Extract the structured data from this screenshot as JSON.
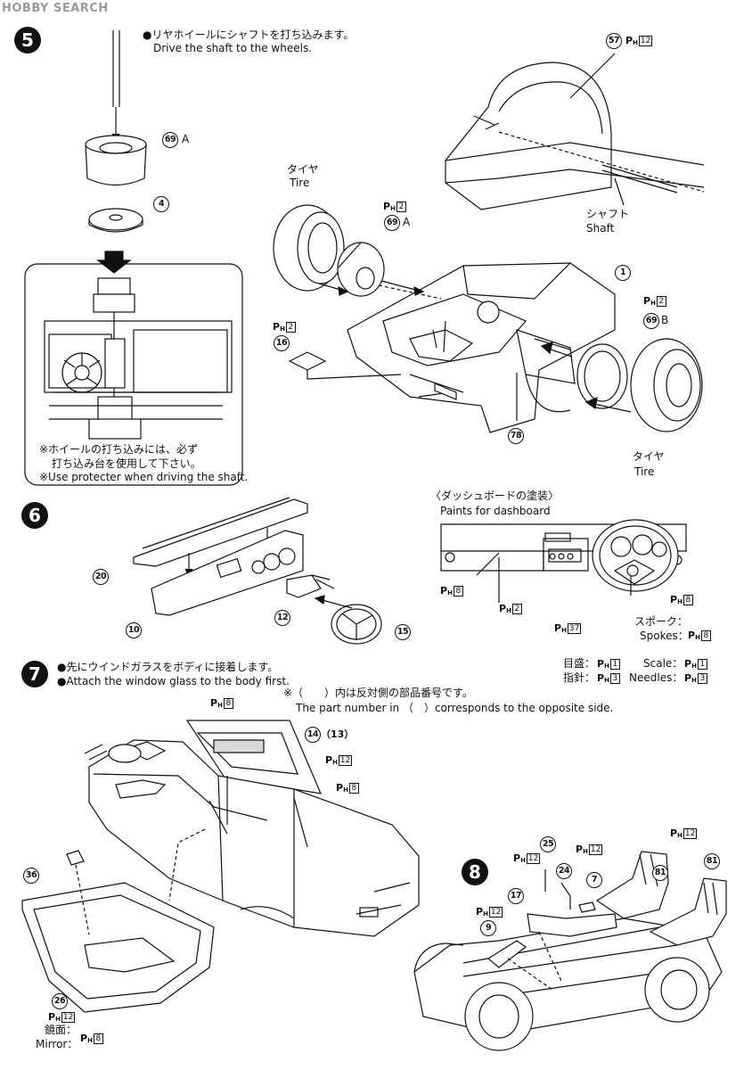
{
  "watermark": "HOBBY SEARCH",
  "steps": {
    "s5": {
      "number": "5",
      "line_jp": "●リヤホイールにシャフトを打ち込みます。",
      "line_en": "Drive the shaft to the wheels.",
      "note_jp1": "※ホイールの打ち込みには、必ず",
      "note_jp2": "打ち込み台を使用して下さい。",
      "note_en": "※Use protecter when driving the shaft.",
      "tire_jp_left": "タイヤ",
      "tire_en_left": "Tire",
      "shaft_jp": "シャフト",
      "shaft_en": "Shaft",
      "tire_jp_right": "タイヤ",
      "tire_en_right": "Tire"
    },
    "s6": {
      "number": "6",
      "dash_title_jp": "〈ダッシュボードの塗装〉",
      "dash_title_en": "Paints for dashboard",
      "spoke_jp": "スポーク：",
      "spoke_en": "Spokes：",
      "scale_jp": "目盛：",
      "scale_en": "Scale：",
      "needle_jp": "指針：",
      "needle_en": "Needles："
    },
    "s7": {
      "number": "7",
      "line_jp": "●先にウインドガラスをボディに接着します。",
      "line_en": "●Attach the window glass to the body first.",
      "note_jp": "※（　　）内は反対側の部品番号です。",
      "note_en": "The part number in （　）corresponds to the opposite side.",
      "mirror_jp": "鏡面：",
      "mirror_en": "Mirror："
    },
    "s8": {
      "number": "8"
    }
  },
  "parts": {
    "p69a_top": "69",
    "p69a_top_suffix": "A",
    "p4": "4",
    "p57": "57",
    "p69a_mid": "69",
    "p69a_mid_suffix": "A",
    "p1": "1",
    "p69b": "69",
    "p69b_suffix": "B",
    "p16": "16",
    "p78": "78",
    "p20": "20",
    "p10": "10",
    "p12": "12",
    "p15": "15",
    "p14": "14",
    "p13": "（13）",
    "p36": "36",
    "p26": "26",
    "p25": "25",
    "p24": "24",
    "p7": "7",
    "p17": "17",
    "p9": "9",
    "p81a": "81",
    "p81b": "81"
  },
  "paints": {
    "ph_letter": "P",
    "ph_sub": "H",
    "c12": "12",
    "c2": "2",
    "c8": "8",
    "c37": "37",
    "c1": "1",
    "c3": "3"
  }
}
